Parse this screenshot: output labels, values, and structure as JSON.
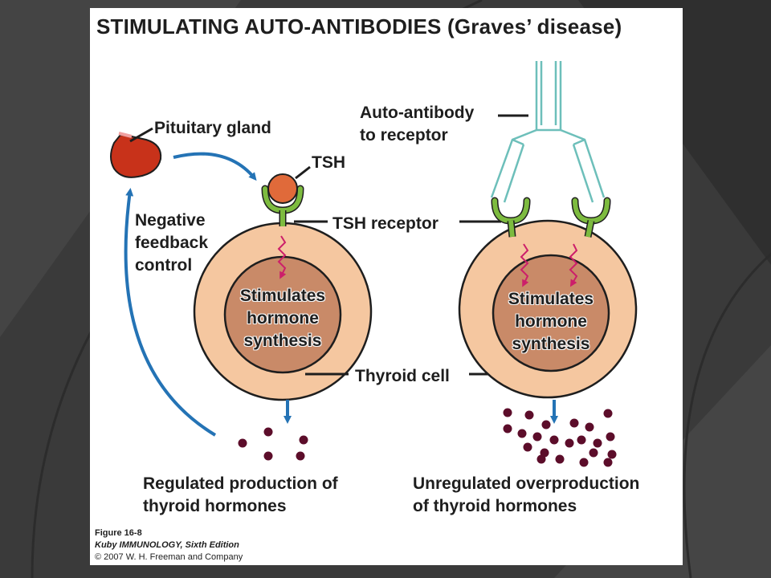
{
  "figure": {
    "title": "STIMULATING AUTO-ANTIBODIES (Graves’ disease)",
    "labels": {
      "pituitary": "Pituitary gland",
      "tsh": "TSH",
      "autoantibody_line1": "Auto-antibody",
      "autoantibody_line2": "to receptor",
      "negative_line1": "Negative",
      "negative_line2": "feedback",
      "negative_line3": "control",
      "tsh_receptor": "TSH receptor",
      "thyroid_cell": "Thyroid cell",
      "left_inner_line1": "Stimulates",
      "left_inner_line2": "hormone",
      "left_inner_line3": "synthesis",
      "right_inner_line1": "Stimulates",
      "right_inner_line2": "hormone",
      "right_inner_line3": "synthesis",
      "regulated_line1": "Regulated production of",
      "regulated_line2": "thyroid hormones",
      "unregulated_line1": "Unregulated overproduction",
      "unregulated_line2": "of thyroid hormones"
    },
    "caption": {
      "line1": "Figure 16-8",
      "line2": "Kuby IMMUNOLOGY, Sixth Edition",
      "line3": "© 2007 W. H. Freeman and Company"
    }
  },
  "colors": {
    "background": "#3a3a3a",
    "panel": "#ffffff",
    "cell_outer": "#f5c7a0",
    "cell_inner": "#c98a68",
    "receptor": "#7dbb3f",
    "antibody": "#6dbfba",
    "signal": "#cc1f6a",
    "hormone_dot": "#5c0d2a",
    "feedback_arrow": "#2473b5",
    "tsh": "#e06a3a",
    "pituitary": "#c8321a"
  },
  "icons": [
    "pituitary-gland-icon",
    "tsh-molecule-icon",
    "auto-antibody-icon",
    "tsh-receptor-icon",
    "thyroid-cell-icon",
    "hormone-dot-icon"
  ]
}
